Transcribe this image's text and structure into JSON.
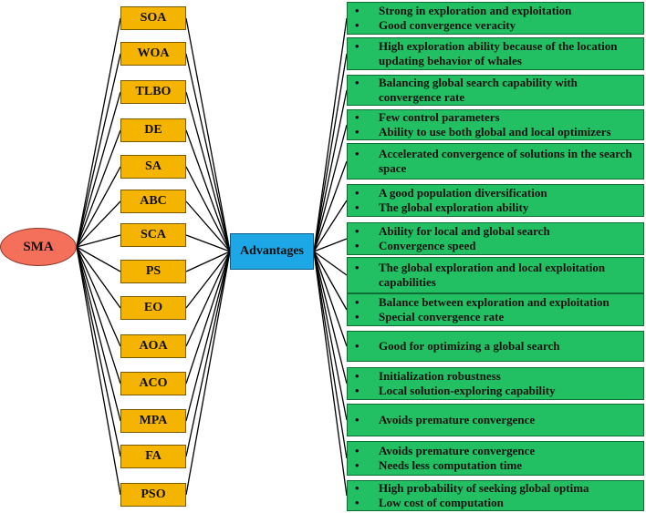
{
  "root": {
    "label": "SMA"
  },
  "center": {
    "label": "Advantages"
  },
  "algorithms": [
    {
      "label": "SOA"
    },
    {
      "label": "WOA"
    },
    {
      "label": "TLBO"
    },
    {
      "label": "DE"
    },
    {
      "label": "SA"
    },
    {
      "label": "ABC"
    },
    {
      "label": "SCA"
    },
    {
      "label": "PS"
    },
    {
      "label": "EO"
    },
    {
      "label": "AOA"
    },
    {
      "label": "ACO"
    },
    {
      "label": "MPA"
    },
    {
      "label": "FA"
    },
    {
      "label": "PSO"
    }
  ],
  "bullet_symbol": "•",
  "advantages": [
    {
      "items": [
        "Strong in exploration and exploitation",
        "Good convergence veracity"
      ]
    },
    {
      "items": [
        "High exploration ability because of the location updating behavior of whales"
      ]
    },
    {
      "items": [
        "Balancing global search capability with convergence rate"
      ]
    },
    {
      "items": [
        "Few control parameters",
        "Ability to use both global and local optimizers"
      ]
    },
    {
      "items": [
        "Accelerated convergence of solutions in the search space"
      ]
    },
    {
      "items": [
        "A good population diversification",
        "The global exploration ability"
      ]
    },
    {
      "items": [
        "Ability for local and global search",
        "Convergence speed"
      ]
    },
    {
      "items": [
        "The global exploration and local exploitation capabilities"
      ]
    },
    {
      "items": [
        "Balance between exploration and exploitation",
        "Special convergence rate"
      ]
    },
    {
      "items": [
        "Good for optimizing a global search"
      ]
    },
    {
      "items": [
        "Initialization robustness",
        "Local solution-exploring capability"
      ]
    },
    {
      "items": [
        "Avoids premature convergence"
      ]
    },
    {
      "items": [
        "Avoids premature convergence",
        "Needs less computation time"
      ]
    },
    {
      "items": [
        "High probability of seeking global optima",
        "Low cost of computation"
      ]
    }
  ]
}
